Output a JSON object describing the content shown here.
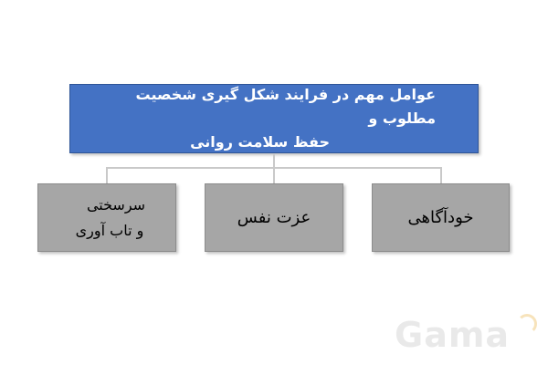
{
  "diagram": {
    "root": {
      "line1": "عوامل مهم در فرایند شکل گیری شخصیت مطلوب و",
      "line2": "حفظ سلامت روانی"
    },
    "children": [
      {
        "label": "خودآگاهی"
      },
      {
        "label": "عزت نفس"
      },
      {
        "line1": "سرسختی",
        "line2": "و تاب آوری"
      }
    ]
  },
  "watermark": {
    "text": "Gama"
  },
  "colors": {
    "root_fill": "#4472c4",
    "child_fill": "#a6a6a6",
    "connector": "#c9c9c9"
  }
}
